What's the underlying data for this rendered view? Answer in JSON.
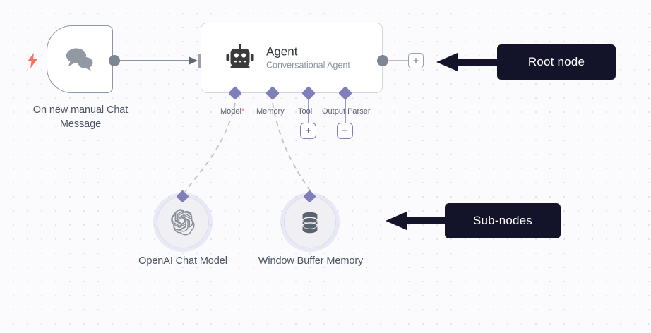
{
  "canvas": {
    "background_color": "#fbfbfd",
    "dot_color": "#e3e3ea"
  },
  "colors": {
    "accent_purple": "#7e7fbb",
    "trigger_orange": "#ff6d5a",
    "port_gray": "#7d8492",
    "callout_bg": "#131429",
    "node_border": "#d3d6dd",
    "trigger_border": "#8c95a4",
    "text_dark": "#31343b",
    "text_muted": "#8d93a0"
  },
  "trigger_node": {
    "label": "On new manual Chat Message",
    "icon": "chat-bubbles-icon",
    "badge_icon": "lightning-bolt-icon",
    "output_port": "output-dot"
  },
  "agent_node": {
    "title": "Agent",
    "subtitle": "Conversational Agent",
    "icon": "robot-icon",
    "input_port": "input-port",
    "output_port": "output-dot",
    "add_button": "+",
    "sub_ports": [
      {
        "label": "Model",
        "required": true,
        "required_marker": "*",
        "has_plus": false,
        "plus_label": "+"
      },
      {
        "label": "Memory",
        "required": false,
        "required_marker": "",
        "has_plus": false,
        "plus_label": "+"
      },
      {
        "label": "Tool",
        "required": false,
        "required_marker": "",
        "has_plus": true,
        "plus_label": "+"
      },
      {
        "label": "Output Parser",
        "required": false,
        "required_marker": "",
        "has_plus": true,
        "plus_label": "+"
      }
    ]
  },
  "sub_nodes": [
    {
      "label": "OpenAI Chat Model",
      "icon": "openai-logo-icon"
    },
    {
      "label": "Window Buffer Memory",
      "icon": "database-stack-icon"
    }
  ],
  "annotations": [
    {
      "text": "Root node",
      "arrow": "left-arrow-icon"
    },
    {
      "text": "Sub-nodes",
      "arrow": "left-arrow-icon"
    }
  ]
}
